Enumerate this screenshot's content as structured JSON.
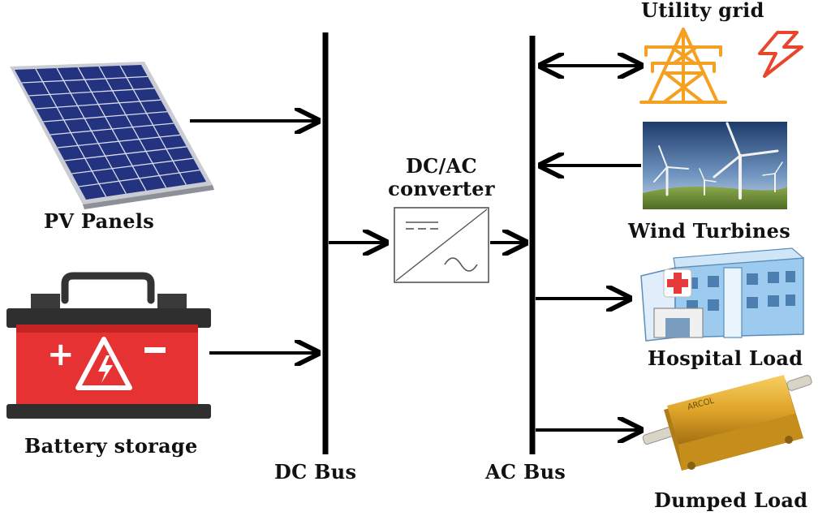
{
  "sources": {
    "pv": "PV Panels",
    "battery": "Battery storage"
  },
  "buses": {
    "dc": "DC Bus",
    "ac": "AC Bus"
  },
  "converter": {
    "line1": "DC/AC",
    "line2": "converter"
  },
  "nodes": {
    "grid": "Utility grid",
    "wind": "Wind Turbines",
    "hospital": "Hospital Load",
    "dumped": "Dumped Load"
  },
  "colors": {
    "line": "#000000",
    "panel_cell": "#2a3a8c",
    "battery_red": "#e63232",
    "tower_orange": "#f5a020",
    "bolt_red": "#e8452c",
    "resistor_gold": "#e0a52a",
    "hospital_blue": "#7ab8e6"
  },
  "icons": [
    "solar-panel-icon",
    "battery-icon",
    "transmission-tower-icon",
    "lightning-icon",
    "wind-turbine-icon",
    "hospital-icon",
    "resistor-icon",
    "dc-ac-converter-icon"
  ]
}
